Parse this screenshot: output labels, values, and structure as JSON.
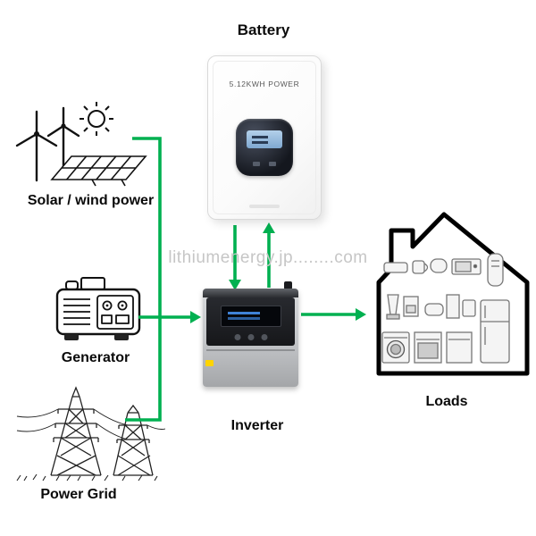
{
  "diagram": {
    "watermark": "lithiumenergy.jp........com",
    "nodes": {
      "battery": {
        "label": "Battery",
        "device_text": "5.12KWH POWER"
      },
      "solar_wind": {
        "label": "Solar / wind power"
      },
      "generator": {
        "label": "Generator"
      },
      "power_grid": {
        "label": "Power Grid"
      },
      "inverter": {
        "label": "Inverter"
      },
      "loads": {
        "label": "Loads"
      }
    },
    "colors": {
      "arrow": "#00b050",
      "watermark": "#c6c6c6",
      "outline": "#111111",
      "accent_yellow": "#ffd400",
      "lcd_blue": "#8fb8dd"
    }
  }
}
